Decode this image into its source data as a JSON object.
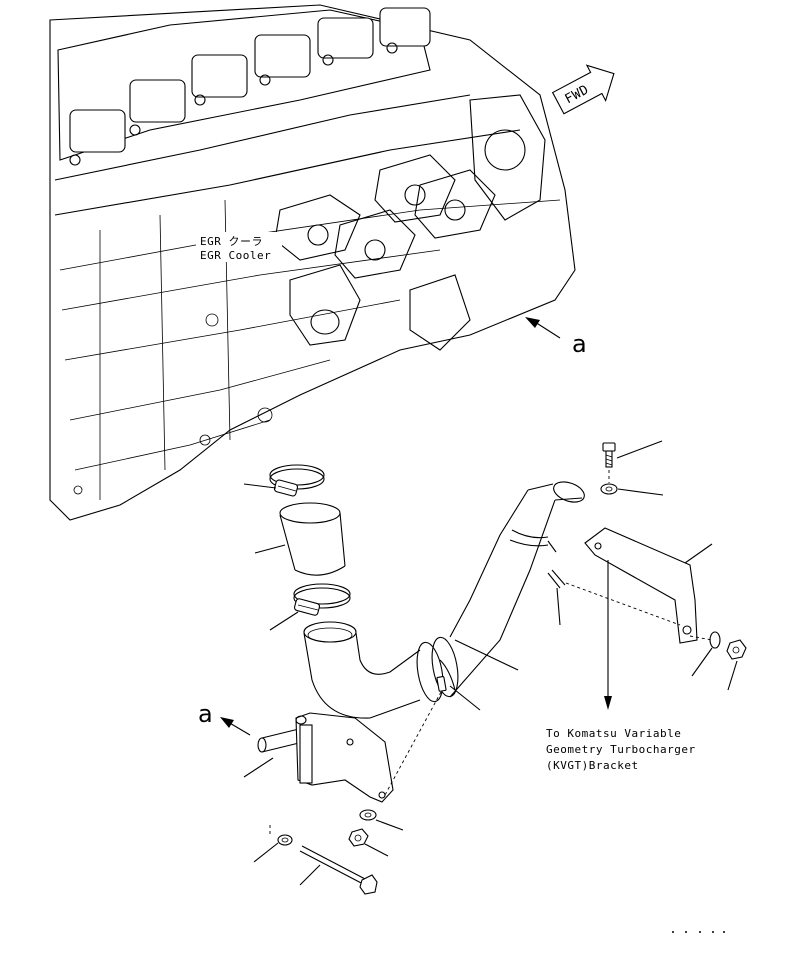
{
  "labels": {
    "egr_cooler_jp": "EGR クーラ",
    "egr_cooler_en": "EGR Cooler",
    "fwd": "FWD",
    "ref_a_top": "a",
    "ref_a_bottom": "a",
    "kvgt_line1": "To Komatsu Variable",
    "kvgt_line2": "Geometry Turbocharger",
    "kvgt_line3": "(KVGT)Bracket"
  }
}
